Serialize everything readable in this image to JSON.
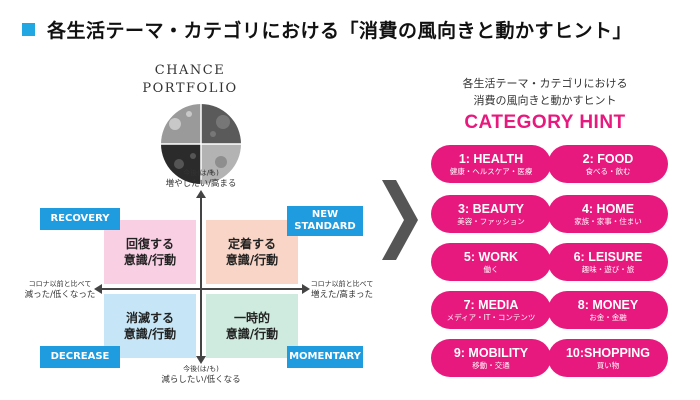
{
  "header": {
    "title": "各生活テーマ・カテゴリにおける「消費の風向きと動かすヒント」"
  },
  "portfolio": {
    "logo_line1": "CHANCE",
    "logo_line2": "PORTFOLIO",
    "quadrants": {
      "top_left": [
        "回復する",
        "意識/行動"
      ],
      "top_right": [
        "定着する",
        "意識/行動"
      ],
      "bottom_left": [
        "消滅する",
        "意識/行動"
      ],
      "bottom_right": [
        "一時的",
        "意識/行動"
      ]
    },
    "tags": {
      "recovery": "RECOVERY",
      "new_standard": [
        "NEW",
        "STANDARD"
      ],
      "decrease": "DECREASE",
      "momentary": "MOMENTARY"
    },
    "axis": {
      "top": [
        "今後(は/も)",
        "増やしたい/高まる"
      ],
      "bottom": [
        "今後(は/も)",
        "減らしたい/低くなる"
      ],
      "left": [
        "コロナ以前と比べて",
        "減った/低くなった"
      ],
      "right": [
        "コロナ以前と比べて",
        "増えた/高まった"
      ]
    }
  },
  "category_panel": {
    "subtitle_line1": "各生活テーマ・カテゴリにおける",
    "subtitle_line2": "消費の風向きと動かすヒント",
    "title": "CATEGORY HINT",
    "accent_color": "#e8197e",
    "items": [
      {
        "name": "1: HEALTH",
        "desc": "健康・ヘルスケア・医療"
      },
      {
        "name": "2:  FOOD",
        "desc": "食べる・飲む"
      },
      {
        "name": "3: BEAUTY",
        "desc": "美容・ファッション"
      },
      {
        "name": "4:  HOME",
        "desc": "家族・家事・住まい"
      },
      {
        "name": "5: WORK",
        "desc": "働く"
      },
      {
        "name": "6:  LEISURE",
        "desc": "趣味・遊び・旅"
      },
      {
        "name": "7: MEDIA",
        "desc": "メディア・IT・コンテンツ"
      },
      {
        "name": "8:  MONEY",
        "desc": "お金・金融"
      },
      {
        "name": "9: MOBILITY",
        "desc": "移動・交通"
      },
      {
        "name": "10:SHOPPING",
        "desc": "買い物"
      }
    ]
  }
}
